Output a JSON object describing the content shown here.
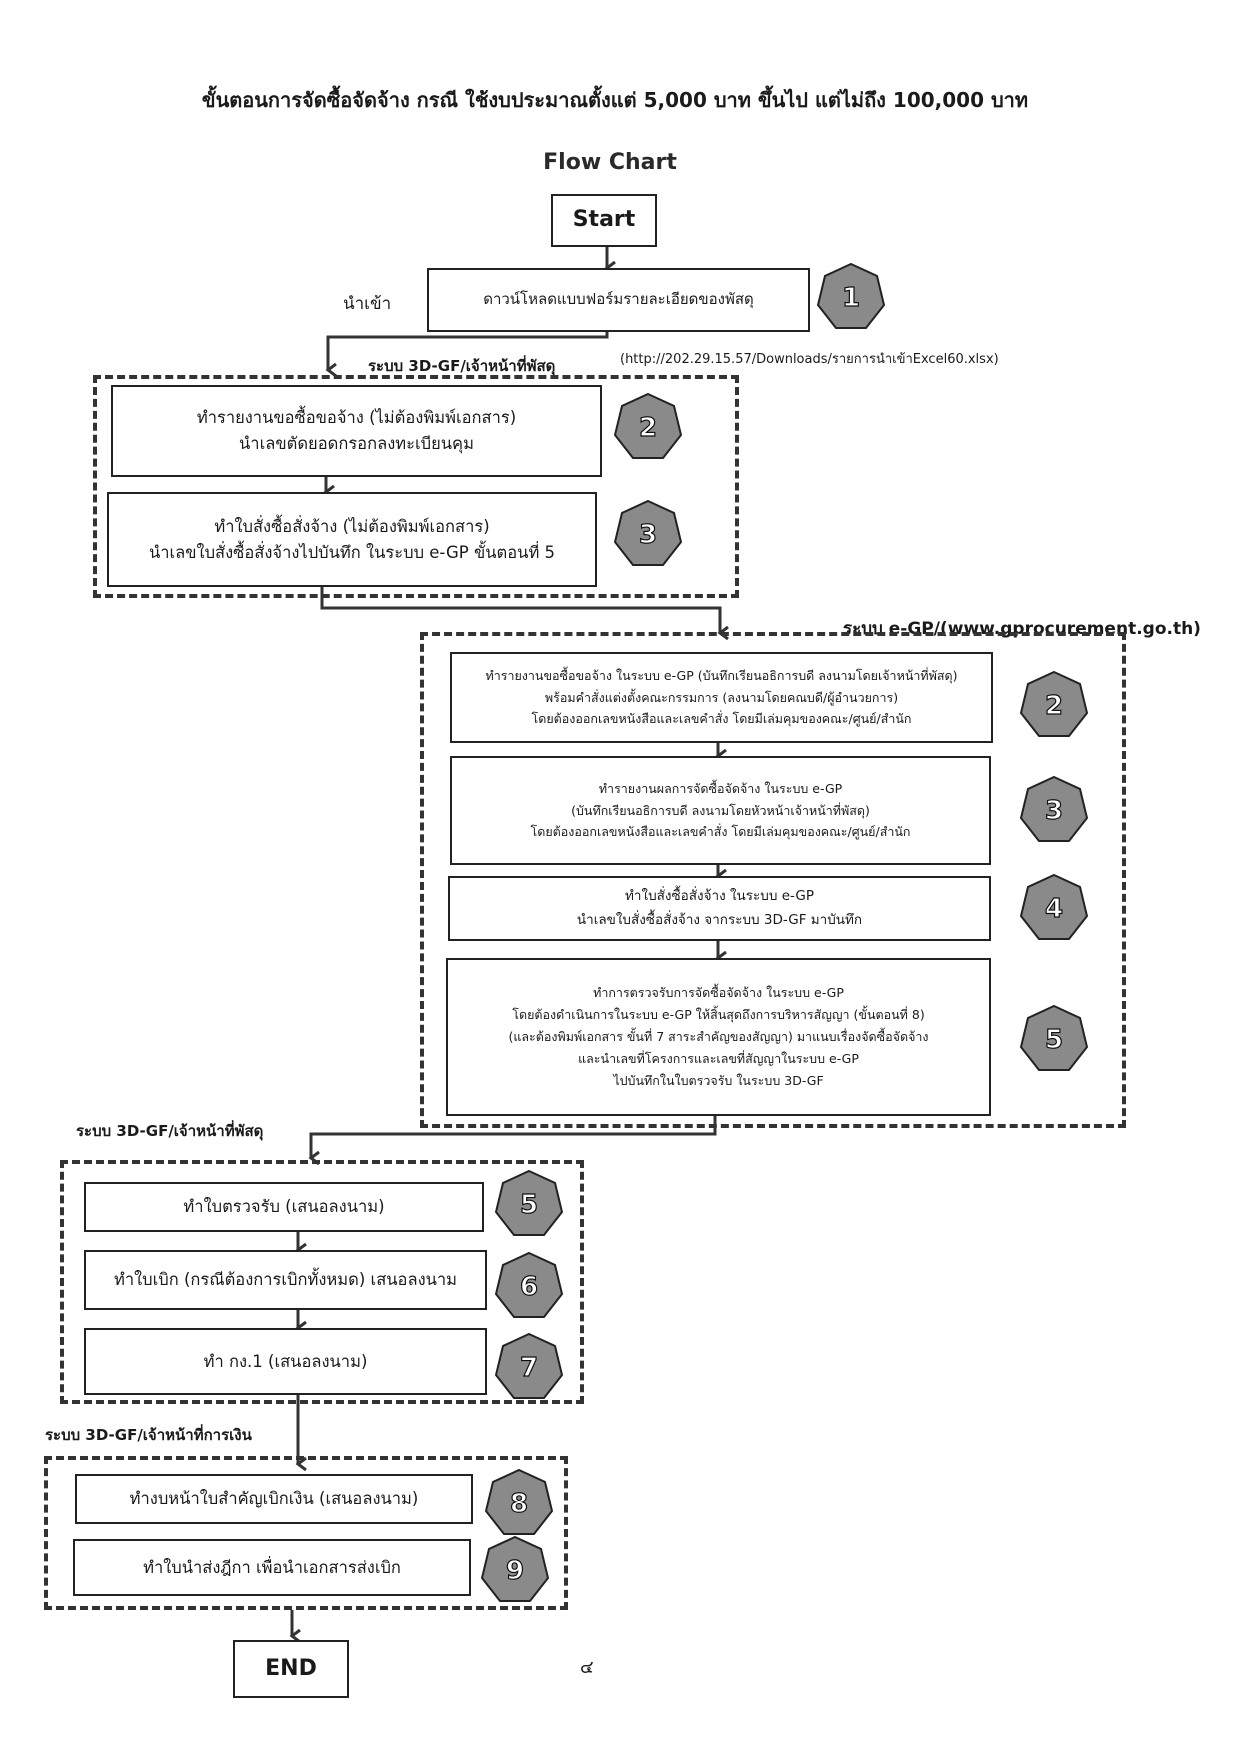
{
  "header": {
    "title": "ขั้นตอนการจัดซื้อจัดจ้าง กรณี ใช้งบประมาณตั้งแต่ 5,000 บาท ขึ้นไป แต่ไม่ถึง 100,000 บาท",
    "subtitle": "Flow Chart"
  },
  "start_label": "Start",
  "end_label": "END",
  "import": {
    "side_label": "นำเข้า",
    "box_text": "ดาวน์โหลดแบบฟอร์มรายละเอียดของพัสดุ",
    "step": "1",
    "url": "(http://202.29.15.57/Downloads/รายการนำเข้าExcel60.xlsx)"
  },
  "section1": {
    "label": "ระบบ 3D-GF/เจ้าหน้าที่พัสดุ",
    "steps": [
      {
        "lines": [
          "ทำรายงานขอซื้อขอจ้าง (ไม่ต้องพิมพ์เอกสาร)",
          "นำเลขตัดยอดกรอกลงทะเบียนคุม"
        ],
        "num": "2"
      },
      {
        "lines": [
          "ทำใบสั่งซื้อสั่งจ้าง (ไม่ต้องพิมพ์เอกสาร)",
          "นำเลขใบสั่งซื้อสั่งจ้างไปบันทึก ในระบบ e-GP ขั้นตอนที่ 5"
        ],
        "num": "3"
      }
    ]
  },
  "section2": {
    "label": "ระบบ e-GP/(www.gprocurement.go.th)",
    "steps": [
      {
        "lines": [
          "ทำรายงานขอซื้อขอจ้าง ในระบบ e-GP (บันทึกเรียนอธิการบดี ลงนามโดยเจ้าหน้าที่พัสดุ)",
          "พร้อมคำสั่งแต่งตั้งคณะกรรมการ (ลงนามโดยคณบดี/ผู้อำนวยการ)",
          "โดยต้องออกเลขหนังสือและเลขคำสั่ง โดยมีเล่มคุมของคณะ/ศูนย์/สำนัก"
        ],
        "num": "2"
      },
      {
        "lines": [
          "ทำรายงานผลการจัดซื้อจัดจ้าง ในระบบ e-GP",
          "(บันทึกเรียนอธิการบดี ลงนามโดยหัวหน้าเจ้าหน้าที่พัสดุ)",
          "โดยต้องออกเลขหนังสือและเลขคำสั่ง โดยมีเล่มคุมของคณะ/ศูนย์/สำนัก"
        ],
        "num": "3"
      },
      {
        "lines": [
          "ทำใบสั่งซื้อสั่งจ้าง ในระบบ e-GP",
          "นำเลขใบสั่งซื้อสั่งจ้าง จากระบบ 3D-GF มาบันทึก"
        ],
        "num": "4"
      },
      {
        "lines": [
          "ทำการตรวจรับการจัดซื้อจัดจ้าง ในระบบ e-GP",
          "โดยต้องดำเนินการในระบบ e-GP ให้สิ้นสุดถึงการบริหารสัญญา (ขั้นตอนที่ 8)",
          "(และต้องพิมพ์เอกสาร ขั้นที่ 7 สาระสำคัญของสัญญา) มาแนบเรื่องจัดซื้อจัดจ้าง",
          "และนำเลขที่โครงการและเลขที่สัญญาในระบบ e-GP",
          "ไปบันทึกในใบตรวจรับ ในระบบ 3D-GF"
        ],
        "num": "5"
      }
    ]
  },
  "section3": {
    "label": "ระบบ 3D-GF/เจ้าหน้าที่พัสดุ",
    "steps": [
      {
        "lines": [
          "ทำใบตรวจรับ (เสนอลงนาม)"
        ],
        "num": "5"
      },
      {
        "lines": [
          "ทำใบเบิก (กรณีต้องการเบิกทั้งหมด) เสนอลงนาม"
        ],
        "num": "6"
      },
      {
        "lines": [
          "ทำ กง.1 (เสนอลงนาม)"
        ],
        "num": "7"
      }
    ]
  },
  "section4": {
    "label": "ระบบ 3D-GF/เจ้าหน้าที่การเงิน",
    "steps": [
      {
        "lines": [
          "ทำงบหน้าใบสำคัญเบิกเงิน (เสนอลงนาม)"
        ],
        "num": "8"
      },
      {
        "lines": [
          "ทำใบนำส่งฎีกา เพื่อนำเอกสารส่งเบิก"
        ],
        "num": "9"
      }
    ]
  },
  "page_number": "๔",
  "colors": {
    "ink": "#222222",
    "badge_fill": "#8a8a8a",
    "badge_light": "#d8d8d8"
  }
}
